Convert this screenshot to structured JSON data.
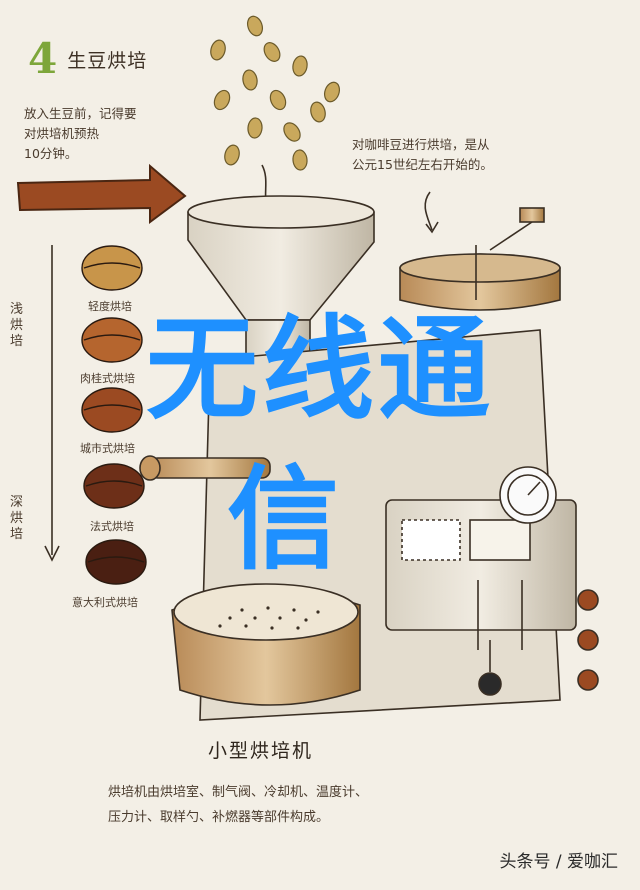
{
  "step": {
    "number": "4",
    "title": "生豆烘培"
  },
  "intro": [
    "放入生豆前，记得要",
    "对烘培机预热",
    "10分钟。"
  ],
  "history": [
    "对咖啡豆进行烘培，是从",
    "公元15世纪左右开始的。"
  ],
  "roast_scale": {
    "light": "浅烘培",
    "dark": "深烘培"
  },
  "roast_levels": [
    {
      "label": "轻度烘培",
      "color": "#c8954a"
    },
    {
      "label": "肉桂式烘培",
      "color": "#b5652e"
    },
    {
      "label": "城市式烘培",
      "color": "#9b4a22"
    },
    {
      "label": "法式烘培",
      "color": "#6d2f18"
    },
    {
      "label": "意大利式烘培",
      "color": "#4a1f12"
    }
  ],
  "machine": {
    "title": "小型烘培机",
    "description": [
      "烘培机由烘培室、制气阀、冷却机、温度计、",
      "压力计、取样勺、补燃器等部件构成。"
    ]
  },
  "overlay_text": {
    "line1": "无线通",
    "line2": "信"
  },
  "watermark": "头条号 / 爱咖汇",
  "colors": {
    "overlay": "#1e90ff",
    "paper": "#f3efe6",
    "step_number": "#7da63a"
  }
}
